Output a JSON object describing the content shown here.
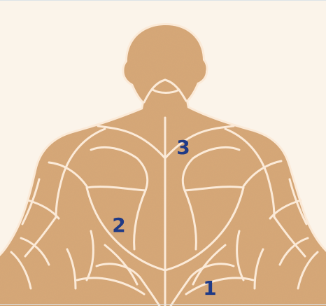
{
  "diagram": {
    "colors": {
      "background": "#FBF4EA",
      "skin": "#D8A878",
      "skin_shadow": "#C48E5E",
      "muscle_line": "#FBEAD8",
      "outline": "#B07A4E",
      "label": "#1F3A86"
    },
    "labels": [
      {
        "id": "1",
        "text": "1"
      },
      {
        "id": "2",
        "text": "2"
      },
      {
        "id": "3",
        "text": "3"
      }
    ]
  }
}
